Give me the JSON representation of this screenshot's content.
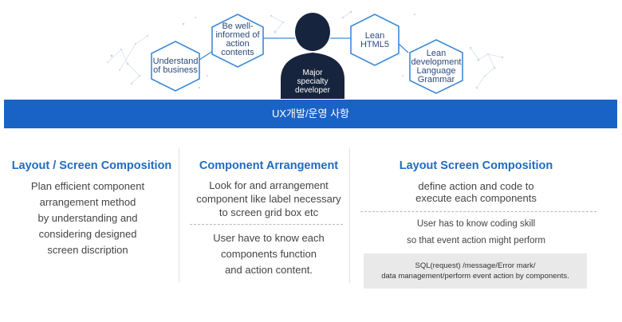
{
  "diagram": {
    "hexagons": [
      {
        "id": "understand",
        "lines": [
          "Understand",
          "of business"
        ]
      },
      {
        "id": "informed",
        "lines": [
          "Be well-",
          "informed of",
          "action",
          "contents"
        ]
      },
      {
        "id": "html5",
        "lines": [
          "Lean",
          "HTML5"
        ]
      },
      {
        "id": "grammar",
        "lines": [
          "Lean",
          "development",
          "Language",
          "Grammar"
        ]
      }
    ],
    "center": {
      "lines": [
        "Major",
        "specialty",
        "developer"
      ]
    }
  },
  "banner": {
    "title": "UX개발/운영 사항"
  },
  "columns": [
    {
      "title": "Layout / Screen Composition",
      "text_lines": [
        "Plan efficient component",
        "arrangement method",
        "by understanding and",
        "considering designed",
        "screen discription"
      ]
    },
    {
      "title": "Component Arrangement",
      "text_lines": [
        "Look for and arrangement",
        "component like label necessary",
        "to screen grid box etc"
      ],
      "text2_lines": [
        "User have to know each",
        "components function",
        "and action content."
      ]
    },
    {
      "title": "Layout Screen Composition",
      "text_lines": [
        "define action and code to",
        "execute each components"
      ],
      "text2_lines": [
        "User has to know coding skill",
        "so that event action might perform"
      ],
      "box_lines": [
        "SQL(request) /message/Error mark/",
        "data management/perform event action by components."
      ]
    }
  ],
  "colors": {
    "accent": "#1a63c6",
    "title_blue": "#1f6bc3",
    "person": "#17243d",
    "hex_border": "#3c8ad8"
  }
}
